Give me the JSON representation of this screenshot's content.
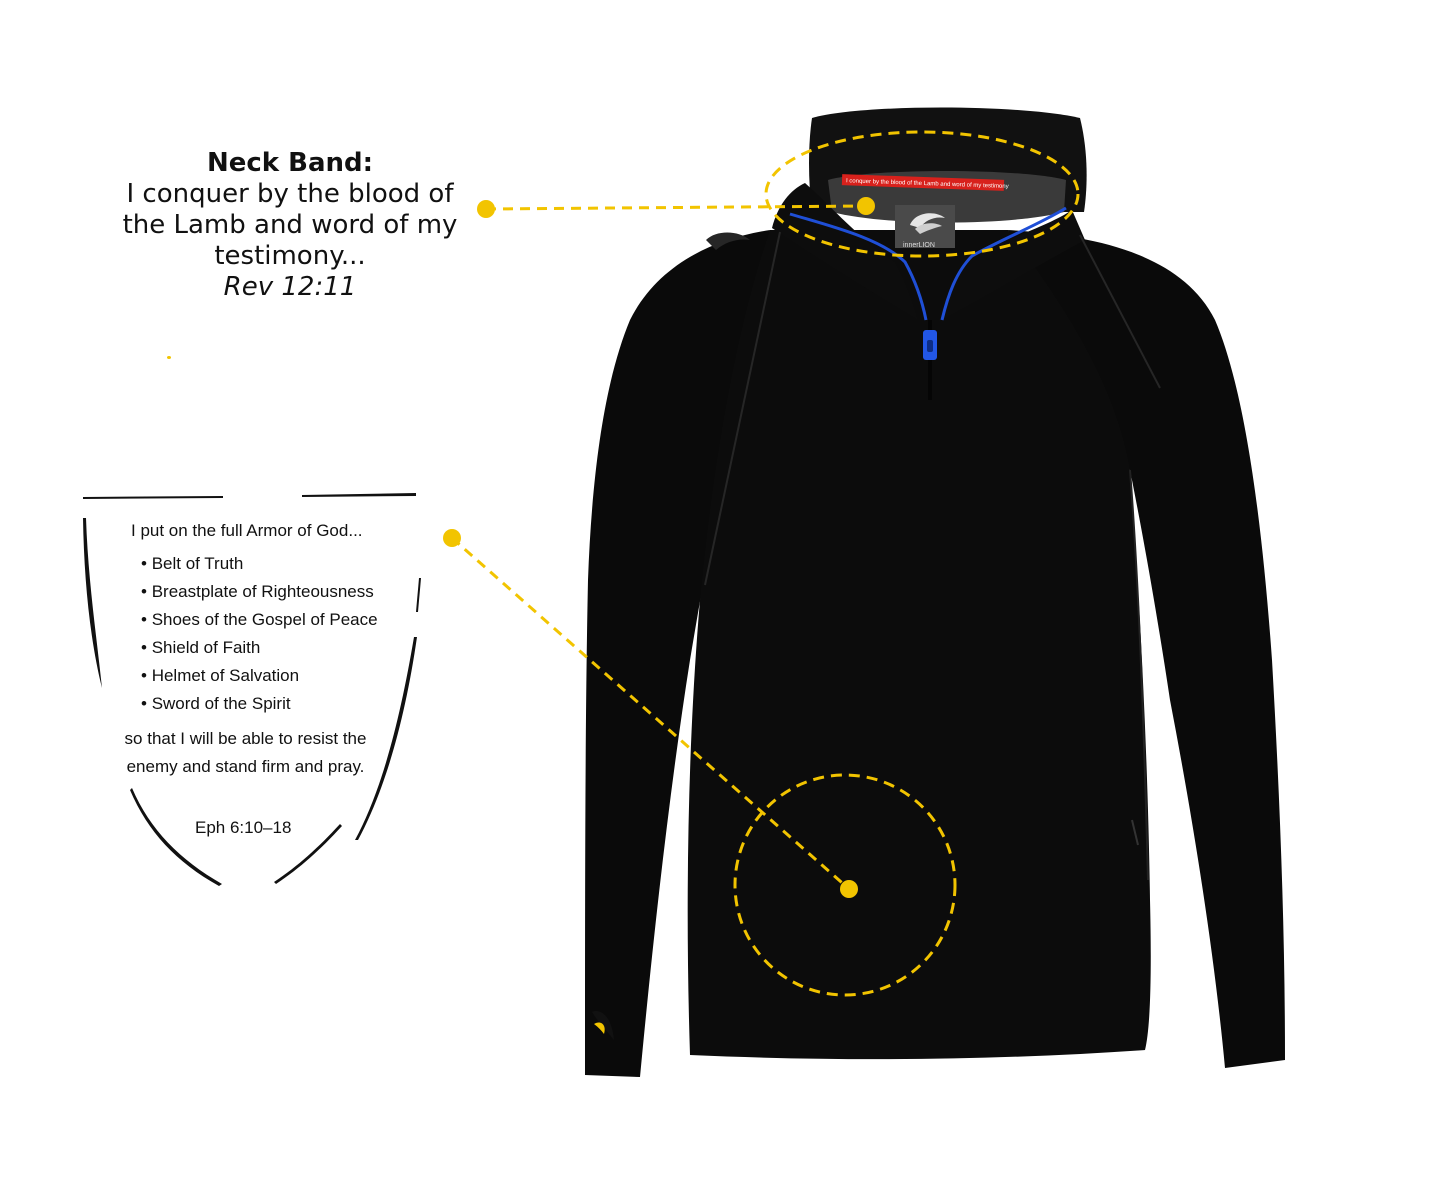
{
  "colors": {
    "callout_accent": "#F2C400",
    "garment": "#0B0B0B",
    "neck_band": "#D8211C",
    "zipper": "#1F4FD6",
    "text": "#111111"
  },
  "neck_band_callout": {
    "title": "Neck Band:",
    "body": "I conquer by the blood of the Lamb and word of my testimony...",
    "reference": "Rev 12:11"
  },
  "garment": {
    "type": "quarter-zip long sleeve pullover",
    "collar_band_text": "I conquer by the blood of the Lamb and word of my testimony",
    "label_brand": "innerLION",
    "icon": "lion-head-icon"
  },
  "armor_callout": {
    "intro": "I put on the full Armor of God...",
    "items": [
      "Belt of Truth",
      "Breastplate of Righteousness",
      "Shoes of the Gospel of Peace",
      "Shield of Faith",
      "Helmet of Salvation",
      "Sword of the Spirit"
    ],
    "outro": "so that I will be able to resist the enemy and stand firm and pray.",
    "reference": "Eph 6:10–18"
  }
}
